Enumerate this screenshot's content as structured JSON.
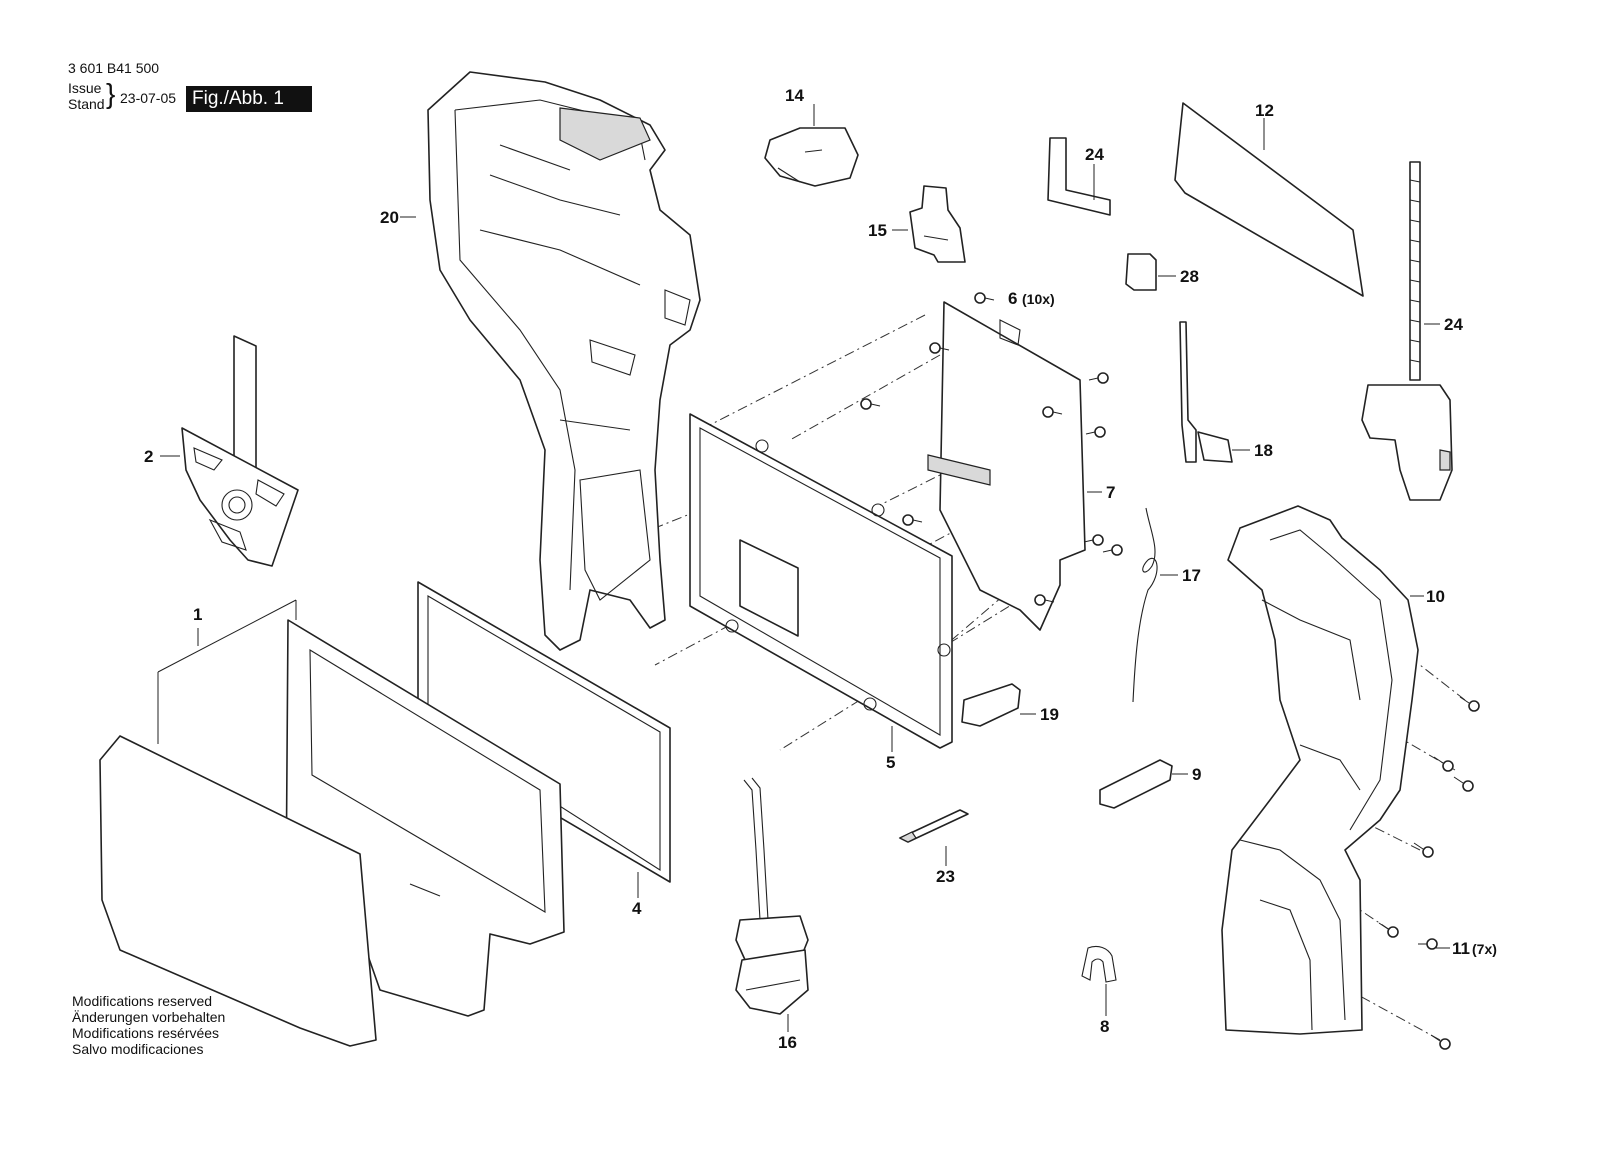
{
  "header": {
    "part_number": "3 601 B41 500",
    "issue_label": "Issue",
    "stand_label": "Stand",
    "date": "23-07-05",
    "figure_label": "Fig./Abb. 1"
  },
  "notes": [
    "Modifications reserved",
    "Änderungen vorbehalten",
    "Modifications resérvées",
    "Salvo modificaciones"
  ],
  "callouts": [
    {
      "id": "c20",
      "number": "20",
      "qty": ""
    },
    {
      "id": "c14",
      "number": "14",
      "qty": ""
    },
    {
      "id": "c24a",
      "number": "24",
      "qty": ""
    },
    {
      "id": "c12",
      "number": "12",
      "qty": ""
    },
    {
      "id": "c15",
      "number": "15",
      "qty": ""
    },
    {
      "id": "c28",
      "number": "28",
      "qty": ""
    },
    {
      "id": "c6",
      "number": "6",
      "qty": "(10x)"
    },
    {
      "id": "c24b",
      "number": "24",
      "qty": ""
    },
    {
      "id": "c2",
      "number": "2",
      "qty": ""
    },
    {
      "id": "c18",
      "number": "18",
      "qty": ""
    },
    {
      "id": "c7",
      "number": "7",
      "qty": ""
    },
    {
      "id": "c17",
      "number": "17",
      "qty": ""
    },
    {
      "id": "c1",
      "number": "1",
      "qty": ""
    },
    {
      "id": "c10",
      "number": "10",
      "qty": ""
    },
    {
      "id": "c19",
      "number": "19",
      "qty": ""
    },
    {
      "id": "c5",
      "number": "5",
      "qty": ""
    },
    {
      "id": "c9",
      "number": "9",
      "qty": ""
    },
    {
      "id": "c23",
      "number": "23",
      "qty": ""
    },
    {
      "id": "c4",
      "number": "4",
      "qty": ""
    },
    {
      "id": "c11",
      "number": "11",
      "qty": "(7x)"
    },
    {
      "id": "c16",
      "number": "16",
      "qty": ""
    },
    {
      "id": "c8",
      "number": "8",
      "qty": ""
    }
  ]
}
